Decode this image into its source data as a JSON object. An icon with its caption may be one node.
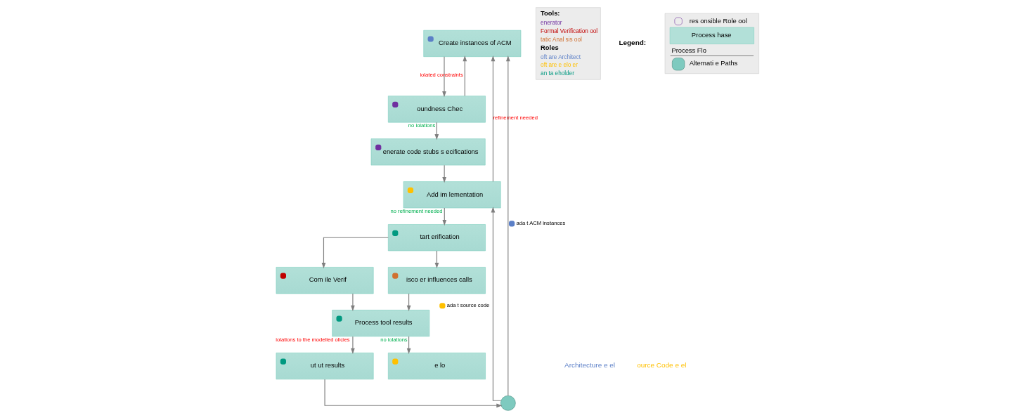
{
  "diagram": {
    "nodes": [
      {
        "text": [
          "Create instances of ACM"
        ]
      },
      {
        "text": [
          "oundness Chec"
        ]
      },
      {
        "text": [
          "enerate code stubs s ecifications"
        ]
      },
      {
        "text": [
          "Add im lementation"
        ]
      },
      {
        "text": [
          "tart erification"
        ]
      },
      {
        "text": [
          "Com ile Verif"
        ]
      },
      {
        "text": [
          "isco er influences calls"
        ]
      },
      {
        "text": [
          "Process tool results"
        ]
      },
      {
        "text": [
          "ut ut results"
        ]
      },
      {
        "text": [
          "e lo"
        ]
      },
      {
        "text": [],
        "shape": "circle"
      },
      {
        "text": [
          "Tools:",
          "enerator",
          "Formal Verification ool",
          "tatic Anal sis ool",
          "Roles",
          "oft are Architect",
          "oft are e elo er",
          "an ta eholder"
        ]
      }
    ],
    "edges": [
      {
        "from": 0,
        "to": 1,
        "arrow": "to"
      },
      {
        "from": 1,
        "to": 0,
        "arrow": "to",
        "label": "iolated constraints"
      },
      {
        "from": 1,
        "to": 2,
        "arrow": "to",
        "label": "no iolations"
      },
      {
        "from": 2,
        "to": 3,
        "arrow": "to"
      },
      {
        "from": 3,
        "to": 0,
        "arrow": "to",
        "label": "refinement needed"
      },
      {
        "from": 10,
        "to": 0,
        "arrow": "to",
        "label": "ada t ACM instances"
      },
      {
        "from": 10,
        "to": 3,
        "arrow": "to",
        "label": "ada t source code"
      },
      {
        "from": 8,
        "to": 10,
        "arrow": "to"
      },
      {
        "from": 3,
        "to": 4,
        "arrow": "to",
        "label": "no refinement needed"
      },
      {
        "from": 4,
        "to": 5,
        "arrow": "to"
      },
      {
        "from": 4,
        "to": 6,
        "arrow": "to"
      },
      {
        "from": 5,
        "to": 7,
        "arrow": "to"
      },
      {
        "from": 6,
        "to": 7,
        "arrow": "to"
      },
      {
        "from": 7,
        "to": 8,
        "arrow": "to",
        "label": "iolations to the modelled olicies"
      },
      {
        "from": 7,
        "to": 9,
        "arrow": "to",
        "label": "no iolations"
      }
    ],
    "labels": [
      "Architecture e el",
      "ource Code e el",
      "Legend:"
    ],
    "legend": [
      {
        "text": "res onsible Role ool"
      },
      {
        "text": "Process hase",
        "color": "#b2e0d8"
      },
      {
        "text": "Process Flo"
      },
      {
        "text": "Alternati e Paths"
      }
    ]
  }
}
